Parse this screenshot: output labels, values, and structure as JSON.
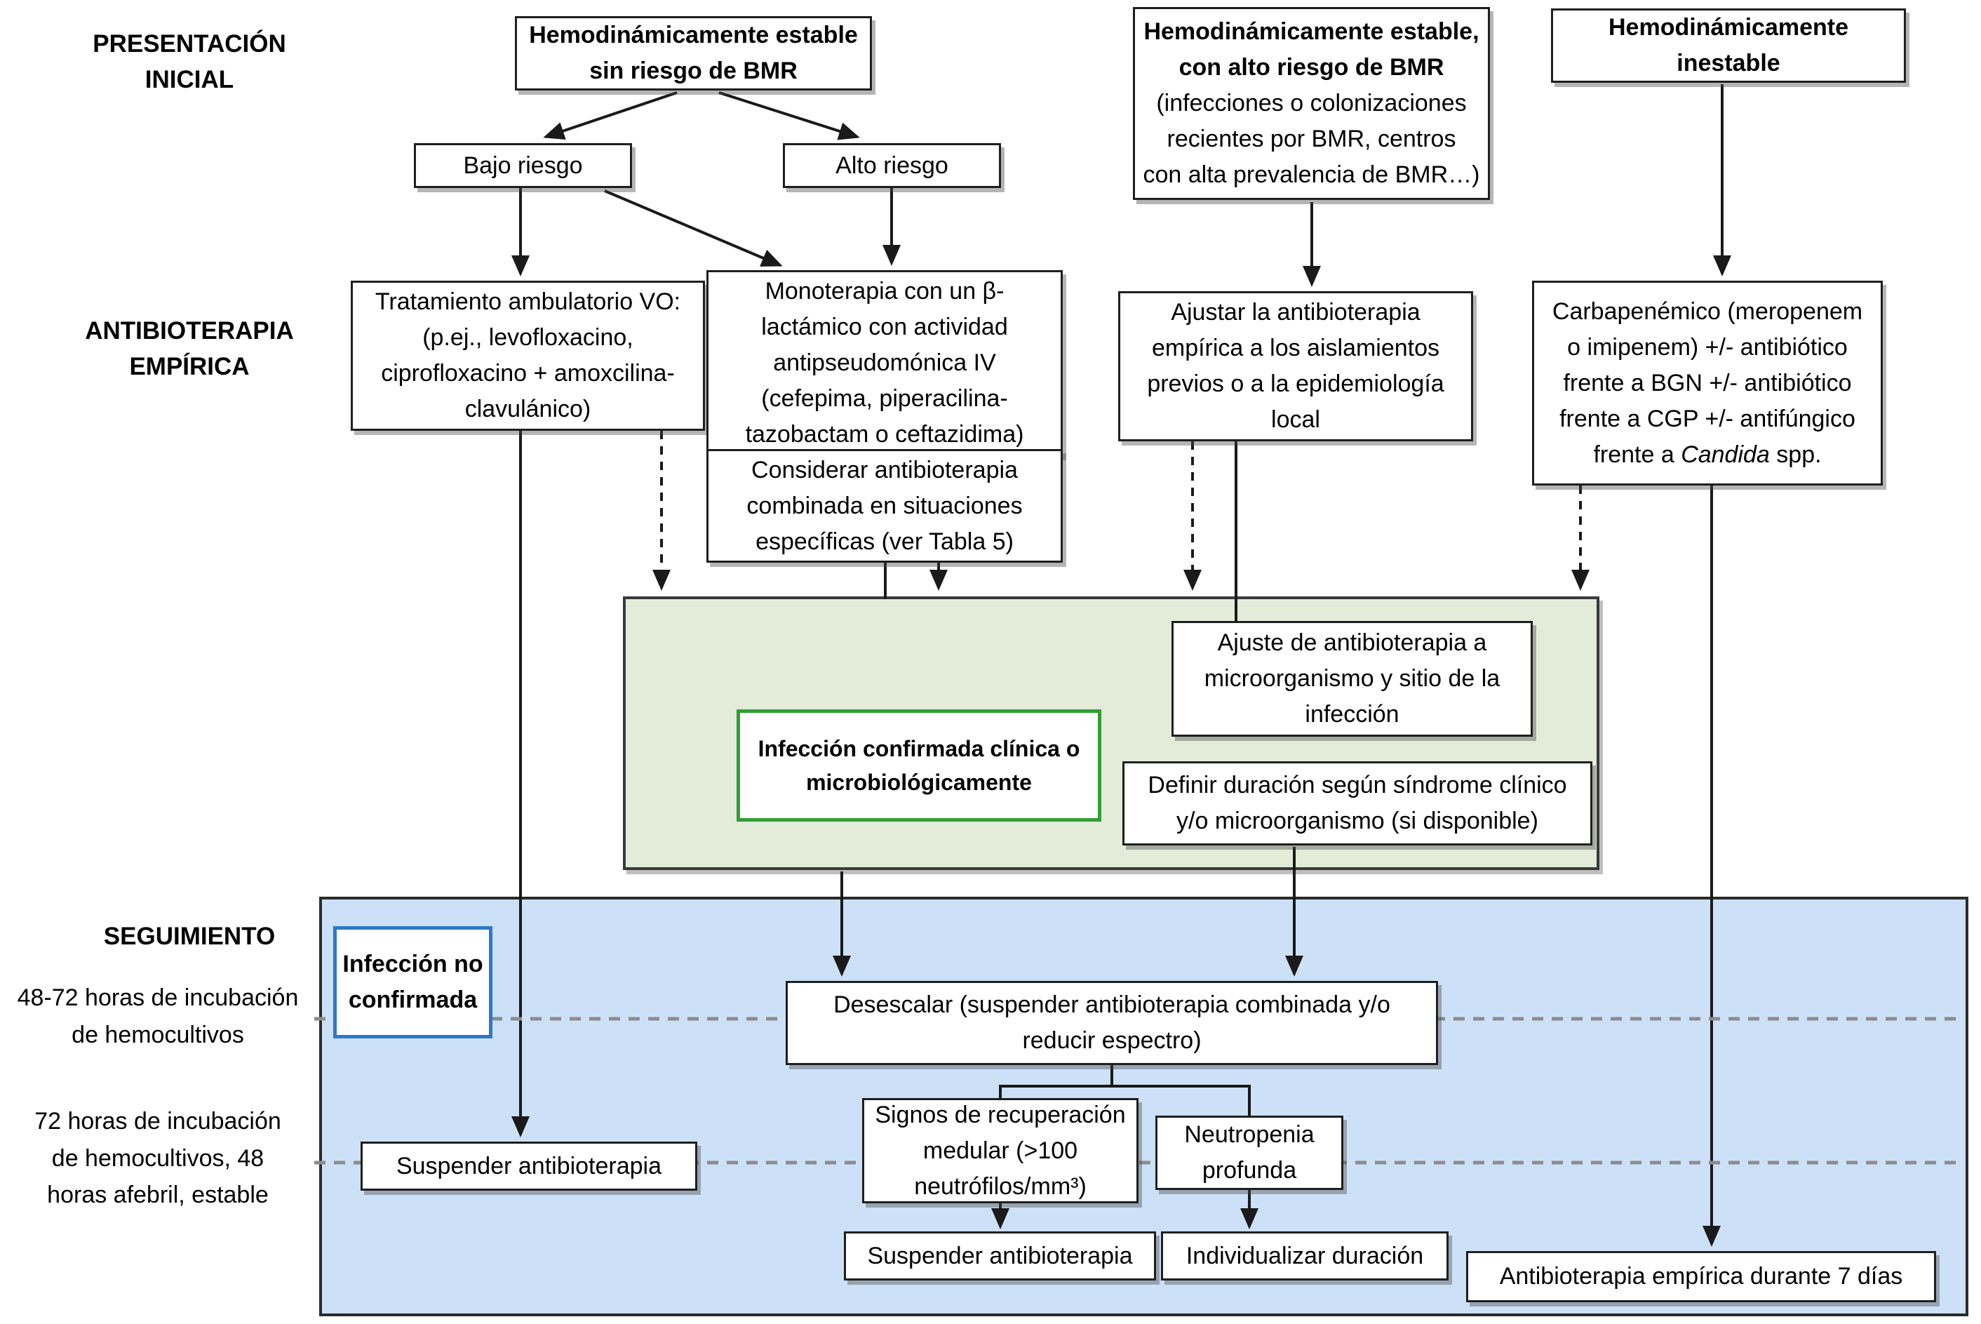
{
  "colors": {
    "green_panel_fill": "#e3ecd9",
    "green_accent": "#2f9f35",
    "blue_panel_fill": "#cce1f7",
    "blue_accent": "#2e78c9",
    "line_color": "#1a1a1a",
    "dashed_gray": "#8c8c8c"
  },
  "row_labels": {
    "presentacion": "PRESENTACIÓN\nINICIAL",
    "antibioterapia": "ANTIBIOTERAPIA\nEMPÍRICA",
    "seguimiento": "SEGUIMIENTO",
    "incubacion_48_72": "48-72 horas de incubación\nde hemocultivos",
    "incubacion_72": "72 horas de incubación\nde hemocultivos, 48\nhoras afebril, estable"
  },
  "presentation_row": {
    "estable_sin_riesgo": "Hemodinámicamente estable\nsin riesgo de BMR",
    "estable_alto_riesgo_title": "Hemodinámicamente estable,\ncon alto riesgo de BMR",
    "estable_alto_riesgo_detail": "(infecciones o colonizaciones\nrecientes por BMR, centros\ncon alta prevalencia de BMR…)",
    "inestable": "Hemodinámicamente\ninestable",
    "bajo_riesgo": "Bajo riesgo",
    "alto_riesgo": "Alto riesgo"
  },
  "empirica_row": {
    "tratamiento_ambulatorio": "Tratamiento ambulatorio VO:\n(p.ej., levofloxacino,\nciprofloxacino + amoxcilina-\nclavulánico)",
    "monoterapia": "Monoterapia con un β-\nlactámico con actividad\nantipseudomónica IV\n(cefepima, piperacilina-\ntazobactam o ceftazidima)",
    "considerar_combinada": "Considerar antibioterapia\ncombinada en situaciones\nespecíficas (ver Tabla 5)",
    "ajustar_empirica": "Ajustar la antibioterapia\nempírica a los aislamientos\nprevios o a la epidemiología\nlocal",
    "carbapenemico_prefix": "Carbapenémico (meropenem\no imipenem) +/- antibiótico\nfrente a BGN +/- antibiótico\nfrente a CGP +/- antifúngico\nfrente a ",
    "carbapenemico_italic": "Candida",
    "carbapenemico_suffix": " spp."
  },
  "confirmada_panel": {
    "infeccion_confirmada": "Infección confirmada clínica o\nmicrobiológicamente",
    "ajuste_micro": "Ajuste de antibioterapia a\nmicroorganismo y sitio de la\ninfección",
    "definir_duracion": "Definir duración según síndrome clínico\ny/o microorganismo (si disponible)"
  },
  "seguimiento_panel": {
    "infeccion_no_confirmada": "Infección no\nconfirmada",
    "desescalar": "Desescalar (suspender antibioterapia combinada y/o\nreducir espectro)",
    "signos_recuperacion": "Signos de recuperación\nmedular (>100\nneutrófilos/mm³)",
    "neutropenia_profunda": "Neutropenia\nprofunda",
    "suspender_izquierda": "Suspender antibioterapia",
    "suspender_centro": "Suspender antibioterapia",
    "individualizar": "Individualizar duración",
    "empirica_7_dias": "Antibioterapia empírica durante 7 días"
  }
}
